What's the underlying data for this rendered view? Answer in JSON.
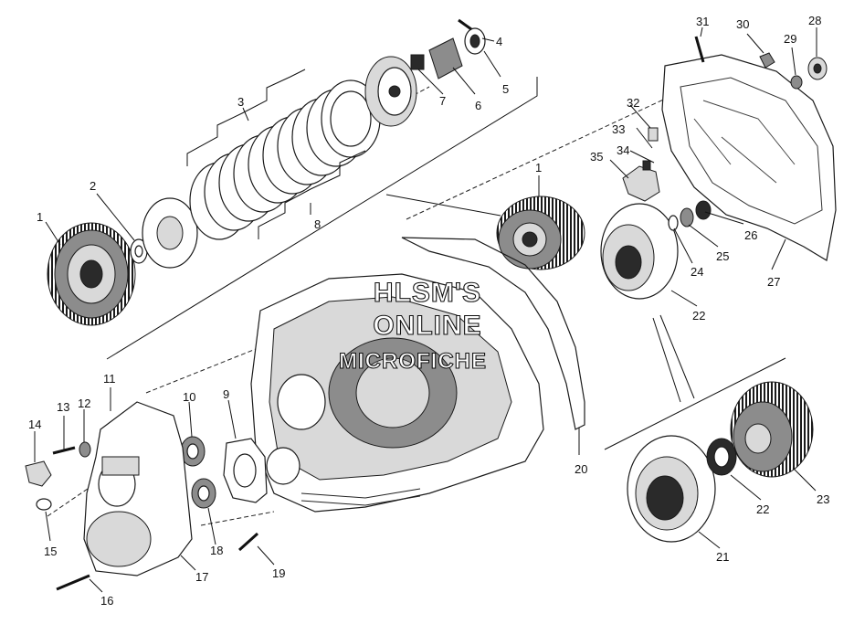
{
  "watermark": {
    "line1": "HLSM'S",
    "line2": "ONLINE",
    "line3": "MICROFICHE"
  },
  "callouts": {
    "c1a": "1",
    "c1b": "1",
    "c2": "2",
    "c3": "3",
    "c4": "4",
    "c5": "5",
    "c6": "6",
    "c7": "7",
    "c8": "8",
    "c9": "9",
    "c10": "10",
    "c11": "11",
    "c12": "12",
    "c13": "13",
    "c14": "14",
    "c15": "15",
    "c16": "16",
    "c17": "17",
    "c18": "18",
    "c19": "19",
    "c20": "20",
    "c21": "21",
    "c22a": "22",
    "c22b": "22",
    "c23": "23",
    "c24": "24",
    "c25": "25",
    "c26": "26",
    "c27": "27",
    "c28": "28",
    "c29": "29",
    "c30": "30",
    "c31": "31",
    "c32": "32",
    "c33": "33",
    "c34": "34",
    "c35": "35"
  }
}
